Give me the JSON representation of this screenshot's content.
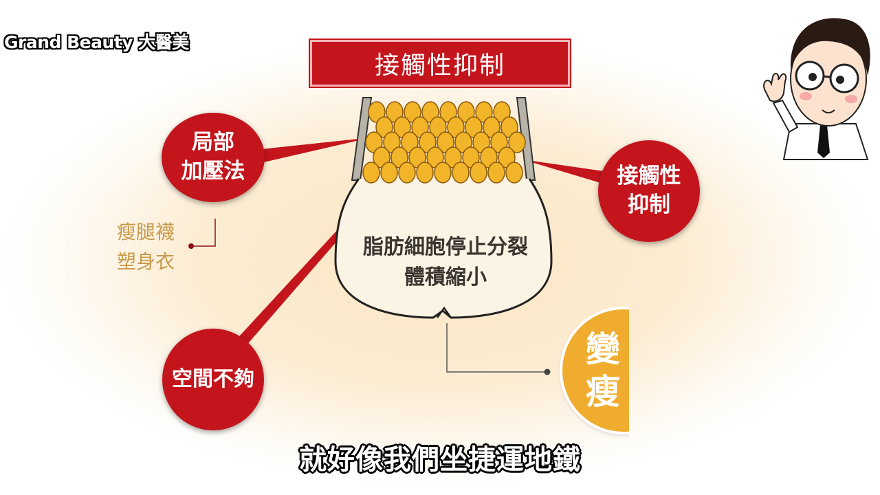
{
  "watermark": "Grand Beauty 大醫美",
  "title": "接觸性抑制",
  "circles": {
    "local_pressure": "局部\n加壓法",
    "contact_inhibition": "接觸性\n抑制",
    "not_enough_space": "空間不夠",
    "become_thin": "變瘦"
  },
  "side_label": "瘦腿襪\n塑身衣",
  "center_text": "脂肪細胞停止分裂\n體積縮小",
  "subtitle": "就好像我們坐捷運地鐵",
  "colors": {
    "accent_red": "#c4151c",
    "accent_yellow": "#f0ac2e",
    "fat_cell": "#f2b428",
    "label_gold": "#c79a4a"
  }
}
